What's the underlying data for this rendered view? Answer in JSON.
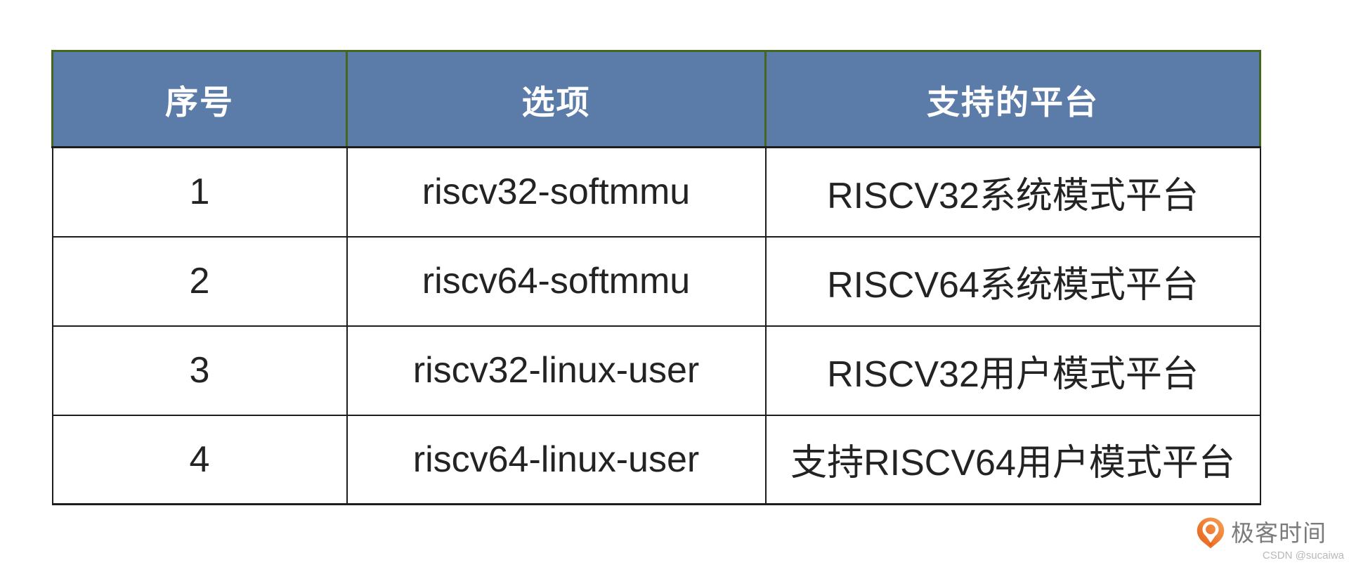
{
  "table": {
    "columns": [
      {
        "label": "序号"
      },
      {
        "label": "选项"
      },
      {
        "label": "支持的平台"
      }
    ],
    "rows": [
      {
        "no": "1",
        "option": "riscv32-softmmu",
        "platform": "RISCV32系统模式平台"
      },
      {
        "no": "2",
        "option": "riscv64-softmmu",
        "platform": "RISCV64系统模式平台"
      },
      {
        "no": "3",
        "option": "riscv32-linux-user",
        "platform": "RISCV32用户模式平台"
      },
      {
        "no": "4",
        "option": "riscv64-linux-user",
        "platform": "支持RISCV64用户模式平台"
      }
    ]
  },
  "watermark": {
    "brand": "极客时间",
    "credit": "CSDN @sucaiwa",
    "logo_icon": "geek-time-pin-icon"
  },
  "colors": {
    "header_bg": "#5b7ba8",
    "header_text": "#ffffff",
    "header_border_green": "#44661e",
    "body_border": "#1d1d1d",
    "body_text": "#232323",
    "brand_orange_light": "#f5a055",
    "brand_orange_dark": "#e75f17",
    "brand_text_gray": "#7b7b7b",
    "credit_gray": "#b8b8b8"
  }
}
